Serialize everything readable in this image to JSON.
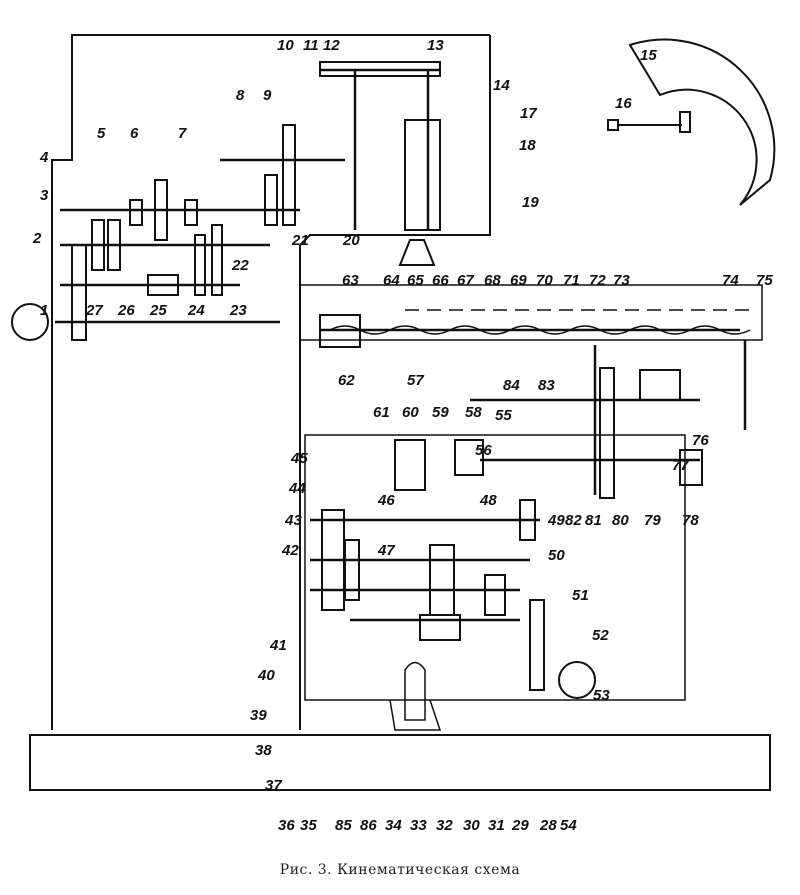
{
  "caption": "Рис. 3. Кинематическая схема",
  "labels": [
    "1",
    "2",
    "3",
    "4",
    "5",
    "6",
    "7",
    "8",
    "9",
    "10",
    "11",
    "12",
    "13",
    "14",
    "15",
    "16",
    "17",
    "18",
    "19",
    "20",
    "21",
    "22",
    "23",
    "24",
    "25",
    "26",
    "27",
    "28",
    "29",
    "30",
    "31",
    "32",
    "33",
    "34",
    "35",
    "36",
    "37",
    "38",
    "39",
    "40",
    "41",
    "42",
    "43",
    "44",
    "45",
    "46",
    "47",
    "48",
    "49",
    "50",
    "51",
    "52",
    "53",
    "54",
    "55",
    "56",
    "57",
    "58",
    "59",
    "60",
    "61",
    "62",
    "63",
    "64",
    "65",
    "66",
    "67",
    "68",
    "69",
    "70",
    "71",
    "72",
    "73",
    "74",
    "75",
    "76",
    "77",
    "78",
    "79",
    "80",
    "81",
    "82",
    "83",
    "84",
    "85",
    "86"
  ],
  "colors": {
    "ink": "#111111",
    "paper": "#ffffff"
  }
}
